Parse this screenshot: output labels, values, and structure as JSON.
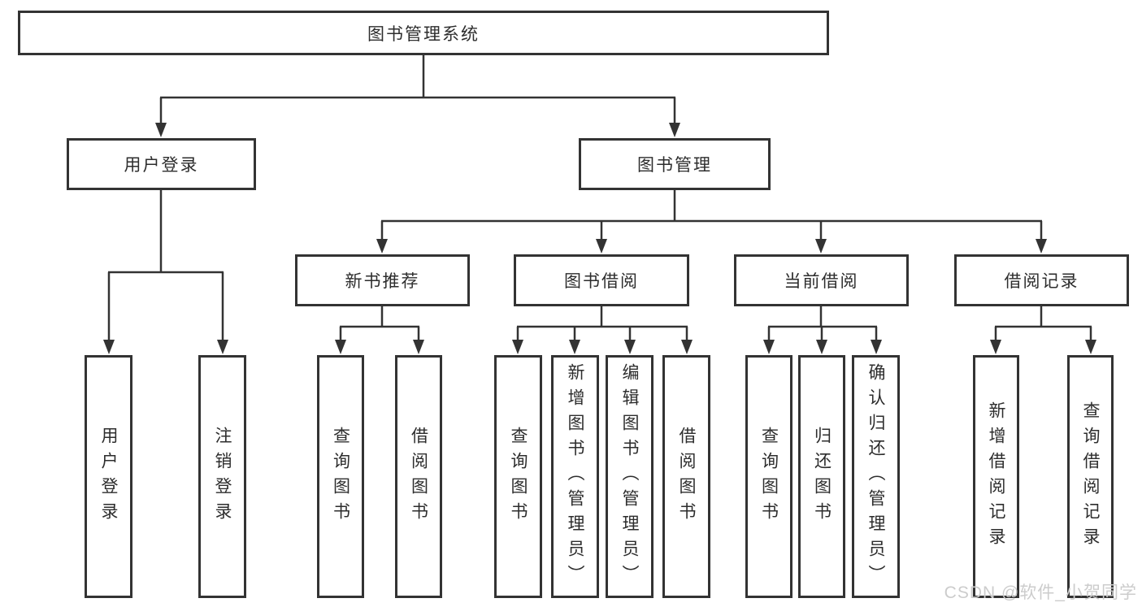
{
  "watermark": "CSDN @软件_小贺同学",
  "colors": {
    "line": "#333333",
    "box_border": "#333333",
    "box_background": "#ffffff",
    "text": "#2d2d2d",
    "watermark": "#cccccc",
    "page_background": "#ffffff"
  },
  "tree": {
    "root": {
      "label": "图书管理系统"
    },
    "branches": [
      {
        "label": "用户登录",
        "children": [
          {
            "label": "用户登录"
          },
          {
            "label": "注销登录"
          }
        ]
      },
      {
        "label": "图书管理",
        "children": [
          {
            "label": "新书推荐",
            "children": [
              {
                "label": "查询图书"
              },
              {
                "label": "借阅图书"
              }
            ]
          },
          {
            "label": "图书借阅",
            "children": [
              {
                "label": "查询图书"
              },
              {
                "label": "新增图书（管理员）"
              },
              {
                "label": "编辑图书（管理员）"
              },
              {
                "label": "借阅图书"
              }
            ]
          },
          {
            "label": "当前借阅",
            "children": [
              {
                "label": "查询图书"
              },
              {
                "label": "归还图书"
              },
              {
                "label": "确认归还（管理员）"
              }
            ]
          },
          {
            "label": "借阅记录",
            "children": [
              {
                "label": "新增借阅记录"
              },
              {
                "label": "查询借阅记录"
              }
            ]
          }
        ]
      }
    ]
  }
}
